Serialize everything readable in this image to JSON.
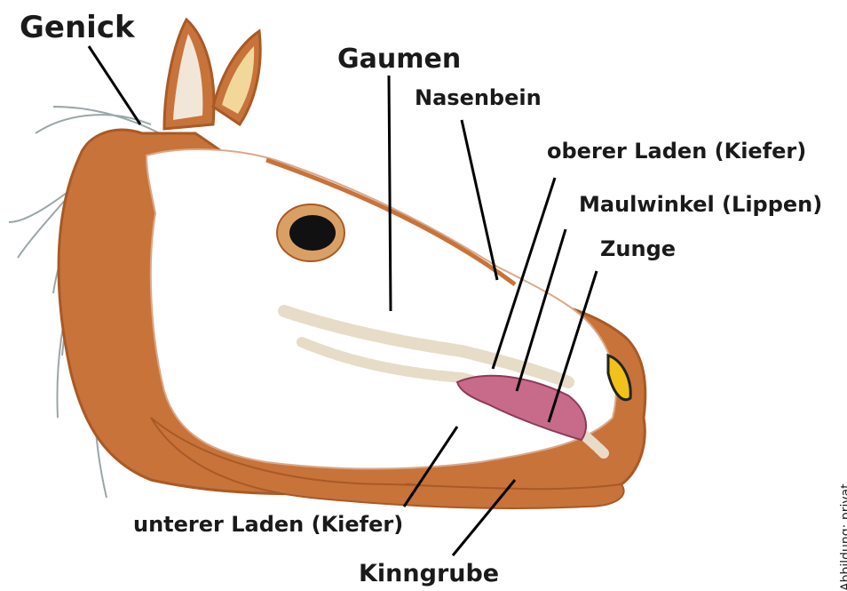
{
  "labels": {
    "genick": "Genick",
    "gaumen": "Gaumen",
    "nasenbein": "Nasenbein",
    "oberer_laden": "oberer Laden (Kiefer)",
    "maulwinkel": "Maulwinkel (Lippen)",
    "zunge": "Zunge",
    "unterer_laden": "unterer Laden (Kiefer)",
    "kinngrube": "Kinngrube"
  },
  "credit": "Abbildung: privat",
  "colors": {
    "coat": "#c8733a",
    "coat_dark": "#a85a26",
    "skull": "#ffffff",
    "tongue": "#c86a8a",
    "ear_inner": "#f2d79a",
    "leader_line": "#000000"
  }
}
